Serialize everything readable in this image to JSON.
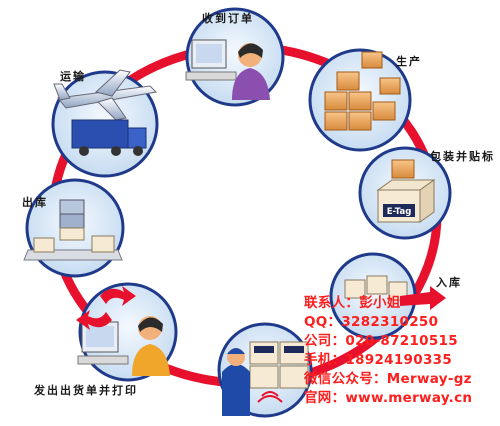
{
  "steps": {
    "receive_order": "收到订单",
    "production": "生产",
    "packing_labeling": "包装并贴标",
    "warehouse_in": "入库",
    "print_shipping_list": "发出出货单并打印",
    "warehouse_out": "出库",
    "transport": "运输"
  },
  "labels": {
    "etag": "E-Tag"
  },
  "contact": {
    "person": "联系人：彭小姐",
    "qq": "QQ：3282310250",
    "company_phone": "公司：020-87210515",
    "mobile": "手机：18924190335",
    "wechat": "微信公众号：Merway-gz",
    "website": "官网：www.merway.cn"
  },
  "colors": {
    "ring": "#e8112d",
    "circle_fill": "#d6e6f5",
    "circle_stroke": "#1f3a8a",
    "contact_text": "#ff1e1e"
  }
}
